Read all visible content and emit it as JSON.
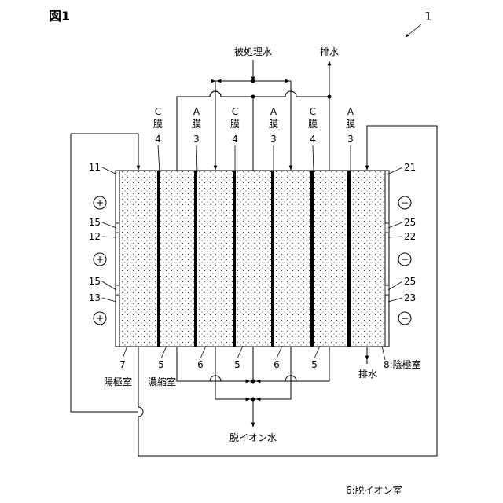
{
  "figure_label": "図1",
  "ref_number": "1",
  "flows": {
    "treated_water": "被処理水",
    "drain_top": "排水",
    "drain_bottom": "排水",
    "deionized_water": "脱イオン水"
  },
  "membranes": [
    {
      "type": "C",
      "word": "膜",
      "number": "4"
    },
    {
      "type": "A",
      "word": "膜",
      "number": "3"
    },
    {
      "type": "C",
      "word": "膜",
      "number": "4"
    },
    {
      "type": "A",
      "word": "膜",
      "number": "3"
    },
    {
      "type": "C",
      "word": "膜",
      "number": "4"
    },
    {
      "type": "A",
      "word": "膜",
      "number": "3"
    }
  ],
  "left_refs": [
    "11",
    "15",
    "12",
    "15",
    "13"
  ],
  "right_refs": [
    "21",
    "25",
    "22",
    "25",
    "23"
  ],
  "bottom_refs": [
    "7",
    "5",
    "6",
    "5",
    "6",
    "5"
  ],
  "anode_chamber": "陽極室",
  "concentrate_chamber": "濃縮室",
  "cathode_chamber": "8:陰極室",
  "deion_chamber_note": "6:脱イオン室",
  "plus_symbol": "+",
  "minus_symbol": "−",
  "icons": {
    "plus": "plus-terminal-icon",
    "minus": "minus-terminal-icon",
    "arrow": "arrow-icon",
    "junction": "junction-dot-icon",
    "crossover": "crossover-hop-icon"
  }
}
